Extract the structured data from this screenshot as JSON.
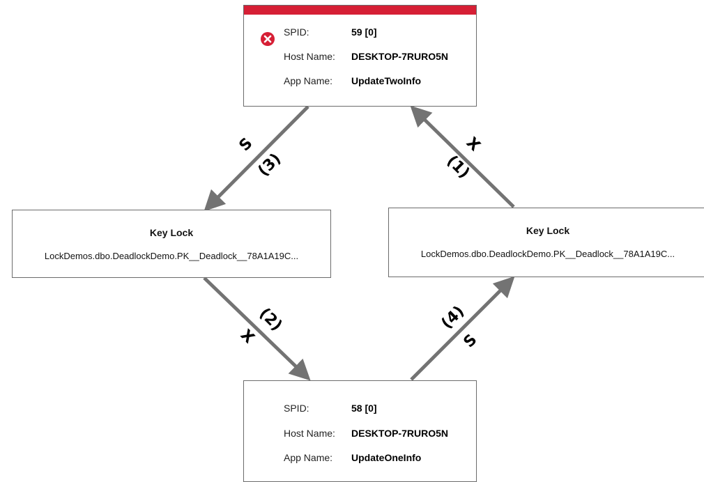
{
  "processes": {
    "top": {
      "victim": true,
      "rows": [
        {
          "label": "SPID:",
          "value": "59 [0]"
        },
        {
          "label": "Host Name:",
          "value": "DESKTOP-7RURO5N"
        },
        {
          "label": "App Name:",
          "value": "UpdateTwoInfo"
        }
      ]
    },
    "bottom": {
      "victim": false,
      "rows": [
        {
          "label": "SPID:",
          "value": "58 [0]"
        },
        {
          "label": "Host Name:",
          "value": "DESKTOP-7RURO5N"
        },
        {
          "label": "App Name:",
          "value": "UpdateOneInfo"
        }
      ]
    }
  },
  "resources": {
    "left": {
      "title": "Key Lock",
      "name": "LockDemos.dbo.DeadlockDemo.PK__Deadlock__78A1A19C..."
    },
    "right": {
      "title": "Key Lock",
      "name": "LockDemos.dbo.DeadlockDemo.PK__Deadlock__78A1A19C..."
    }
  },
  "edges": {
    "top_to_left": {
      "mode": "S",
      "order": "(3)"
    },
    "left_to_bottom": {
      "mode": "X",
      "order": "(2)"
    },
    "bottom_to_right": {
      "mode": "S",
      "order": "(4)"
    },
    "right_to_top": {
      "mode": "X",
      "order": "(1)"
    }
  },
  "colors": {
    "victim_bar": "#d61f35",
    "edge": "#737373",
    "victim_icon": "#d61f35"
  },
  "icons": {
    "victim": "error-x-circle-icon"
  }
}
